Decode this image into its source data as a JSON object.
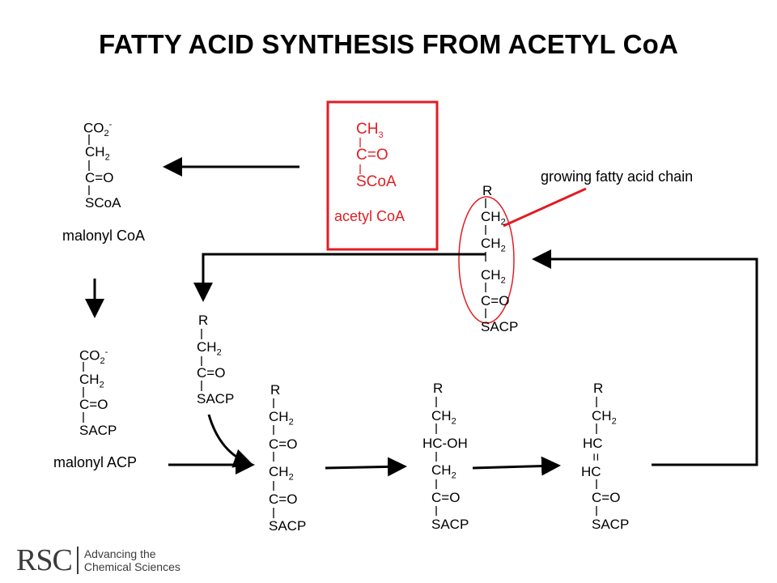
{
  "title": "FATTY ACID SYNTHESIS FROM ACETYL CoA",
  "labels": {
    "malonyl_coa": "malonyl CoA",
    "acetyl_coa": "acetyl CoA",
    "malonyl_acp": "malonyl ACP",
    "growing_chain": "growing fatty acid chain"
  },
  "atoms": {
    "co2": "CO",
    "ch": "CH",
    "co": "C=O",
    "scoa": "SCoA",
    "sacp": "SACP",
    "r": "R",
    "hcoh": "HC-OH",
    "hc": "HC",
    "double_bond": "=",
    "sub2": "2",
    "sub3": "3",
    "minus": "-"
  },
  "logo": {
    "mark": "RSC",
    "line1": "Advancing the",
    "line2": "Chemical Sciences"
  },
  "colors": {
    "highlight": "#e11d24",
    "text": "#000000"
  }
}
